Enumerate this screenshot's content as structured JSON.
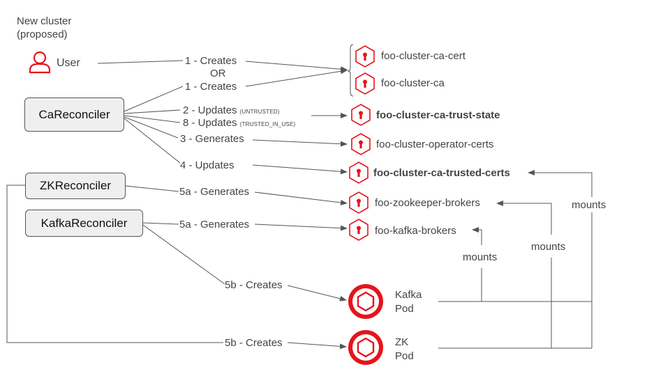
{
  "title": {
    "line1": "New cluster",
    "line2": "(proposed)"
  },
  "user_label": "User",
  "reconcilers": {
    "ca": "CaReconciler",
    "zk": "ZKReconciler",
    "kafka": "KafkaReconciler"
  },
  "secrets": {
    "cluster_ca_cert": "foo-cluster-ca-cert",
    "cluster_ca": "foo-cluster-ca",
    "trust_state": "foo-cluster-ca-trust-state",
    "operator_certs": "foo-cluster-operator-certs",
    "trusted_certs": "foo-cluster-ca-trusted-certs",
    "zookeeper_brokers": "foo-zookeeper-brokers",
    "kafka_brokers": "foo-kafka-brokers"
  },
  "pods": {
    "kafka": {
      "line1": "Kafka",
      "line2": "Pod"
    },
    "zk": {
      "line1": "ZK",
      "line2": "Pod"
    }
  },
  "edges": {
    "user_creates": "1 - Creates",
    "or": "OR",
    "ca_creates": "1 - Creates",
    "updates_untrusted": "2 - Updates",
    "untrusted_tag": "(UNTRUSTED)",
    "updates_trusted": "8 - Updates",
    "trusted_tag": "(TRUSTED_IN_USE)",
    "generates": "3 - Generates",
    "updates_trusted_certs": "4 - Updates",
    "zk_generates": "5a - Generates",
    "kafka_generates": "5a - Generates",
    "kafka_creates_pod": "5b - Creates",
    "zk_creates_pod": "5b - Creates",
    "mounts_kafka": "mounts",
    "mounts_zk": "mounts",
    "mounts_trusted": "mounts"
  },
  "colors": {
    "accent": "#e8131b",
    "line": "#555555",
    "box_fill": "#efefef"
  },
  "icons": {
    "user": "user-icon",
    "secret": "secret-lock-icon",
    "pod": "pod-hexagon-icon"
  }
}
